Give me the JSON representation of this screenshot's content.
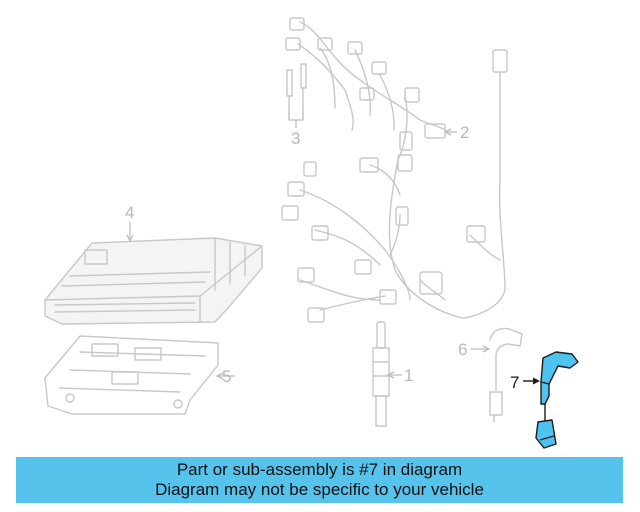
{
  "diagram": {
    "callouts": [
      {
        "number": "1"
      },
      {
        "number": "2"
      },
      {
        "number": "3"
      },
      {
        "number": "4"
      },
      {
        "number": "5"
      },
      {
        "number": "6"
      },
      {
        "number": "7",
        "highlighted": true
      }
    ],
    "highlight_color": "#4fc3f0",
    "ghost_color": "#c8c8c8"
  },
  "banner": {
    "line1": "Part or sub-assembly is #7 in diagram",
    "line2": "Diagram may not be specific to your vehicle",
    "background": "#55c3ec"
  }
}
